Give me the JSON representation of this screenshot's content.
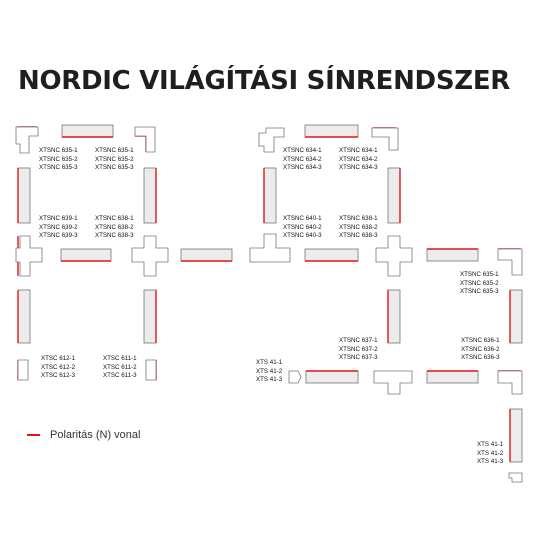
{
  "title": "NORDIC VILÁGÍTÁSI SÍNRENDSZER",
  "colors": {
    "polarity": "#e2151a",
    "rail_fill": "#ececec",
    "rail_stroke": "#777777",
    "text": "#1f1f1f"
  },
  "legend": {
    "label": "Polaritás (N) vonal"
  },
  "labels": {
    "xtsnc635_a": [
      "XTSNC 635-1",
      "XTSNC 635-2",
      "XTSNC 635-3"
    ],
    "xtsnc635_b": [
      "XTSNC 635-1",
      "XTSNC 635-2",
      "XTSNC 635-3"
    ],
    "xtsnc634_a": [
      "XTSNC 634-1",
      "XTSNC 634-2",
      "XTSNC 634-3"
    ],
    "xtsnc634_b": [
      "XTSNC 634-1",
      "XTSNC 634-2",
      "XTSNC 634-3"
    ],
    "xtsnc639": [
      "XTSNC 639-1",
      "XTSNC 639-2",
      "XTSNC 639-3"
    ],
    "xtsnc638_a": [
      "XTSNC 638-1",
      "XTSNC 638-2",
      "XTSNC 638-3"
    ],
    "xtsnc640": [
      "XTSNC 640-1",
      "XTSNC 640-2",
      "XTSNC 640-3"
    ],
    "xtsnc638_b": [
      "XTSNC 638-1",
      "XTSNC 638-2",
      "XTSNC 638-3"
    ],
    "xtsnc635_c": [
      "XTSNC 635-1",
      "XTSNC 635-2",
      "XTSNC 635-3"
    ],
    "xtsc612": [
      "XTSC 612-1",
      "XTSC 612-2",
      "XTSC 612-3"
    ],
    "xtsc611": [
      "XTSC 611-1",
      "XTSC 611-2",
      "XTSC 611-3"
    ],
    "xtsnc637": [
      "XTSNC 637-1",
      "XTSNC 637-2",
      "XTSNC 637-3"
    ],
    "xtsnc636": [
      "XTSNC 636-1",
      "XTSNC 636-2",
      "XTSNC 636-3"
    ],
    "xts41_a": [
      "XTS 41-1",
      "XTS 41-2",
      "XTS 41-3"
    ],
    "xts41_b": [
      "XTS 41-1",
      "XTS 41-2",
      "XTS 41-3"
    ]
  }
}
